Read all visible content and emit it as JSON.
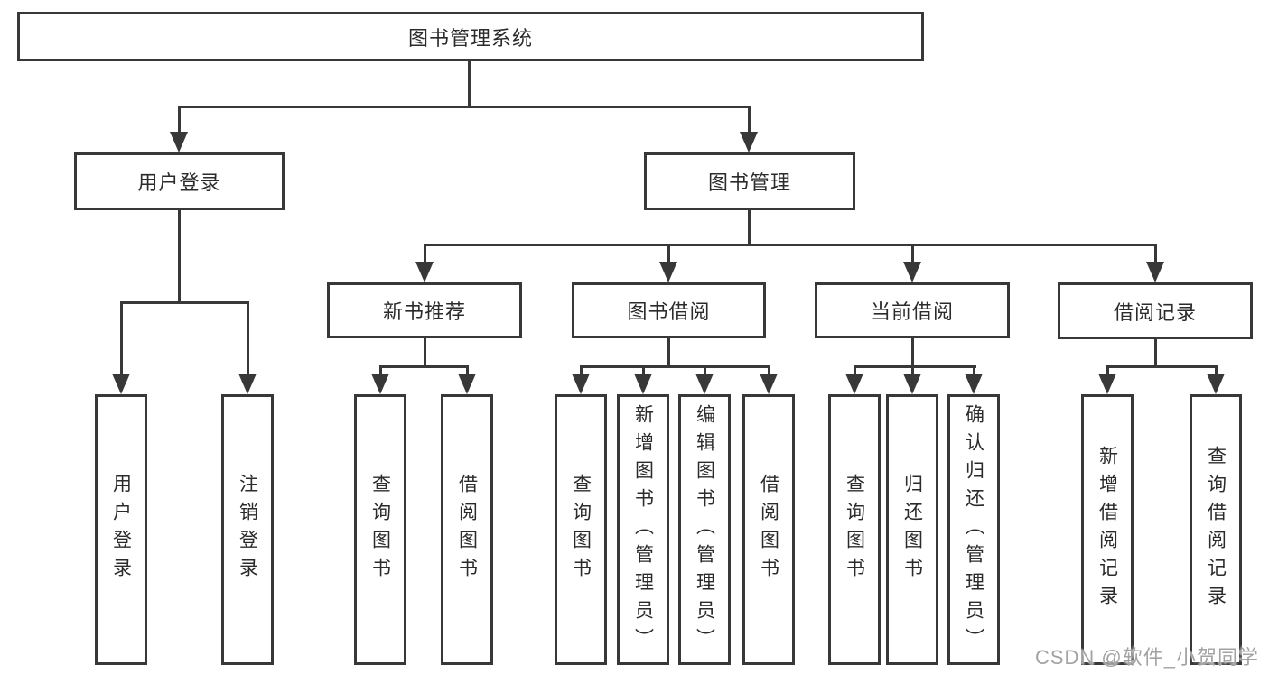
{
  "title": {
    "label": "图书管理系统"
  },
  "level2": [
    {
      "label": "用户登录"
    },
    {
      "label": "图书管理"
    }
  ],
  "level3": [
    {
      "label": "新书推荐"
    },
    {
      "label": "图书借阅"
    },
    {
      "label": "当前借阅"
    },
    {
      "label": "借阅记录"
    }
  ],
  "leaves": [
    {
      "label": "用户登录"
    },
    {
      "label": "注销登录"
    },
    {
      "label": "查询图书"
    },
    {
      "label": "借阅图书"
    },
    {
      "label": "查询图书"
    },
    {
      "label": "新增图书（管理员）"
    },
    {
      "label": "编辑图书（管理员）"
    },
    {
      "label": "借阅图书"
    },
    {
      "label": "查询图书"
    },
    {
      "label": "归还图书"
    },
    {
      "label": "确认归还（管理员）"
    },
    {
      "label": "新增借阅记录"
    },
    {
      "label": "查询借阅记录"
    }
  ],
  "watermark": {
    "text": "CSDN @软件_小贺同学"
  },
  "colors": {
    "line": "#383838",
    "text": "#2b2b2b",
    "watermark_text": "#a3a3a5",
    "background": "#ffffff"
  }
}
